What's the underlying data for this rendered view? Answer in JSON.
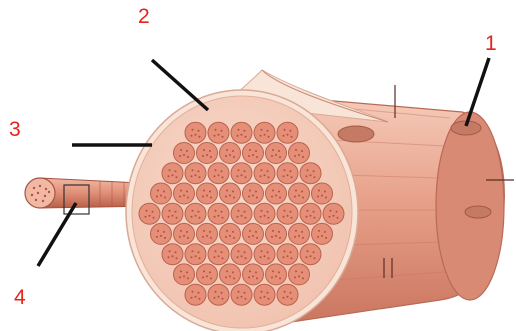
{
  "labels": [
    "1",
    "2",
    "3",
    "4"
  ],
  "colors": {
    "label": "#e5231b",
    "leader_line": "#111111",
    "fiber_shell_light": "#f4c3b0",
    "fiber_shell_mid": "#e29a83",
    "fiber_shell_dark": "#c86a55",
    "myofibril_fill": "#e58f78",
    "myofibril_dot": "#b5503f",
    "sarcolemma": "#f9e4d8",
    "nucleus": "#c47a64"
  },
  "icons": {
    "main_structure": "muscle-fiber-cross-section-illustration",
    "myofibril": "myofibril-circle-icon",
    "nucleus": "nucleus-oval-icon"
  }
}
